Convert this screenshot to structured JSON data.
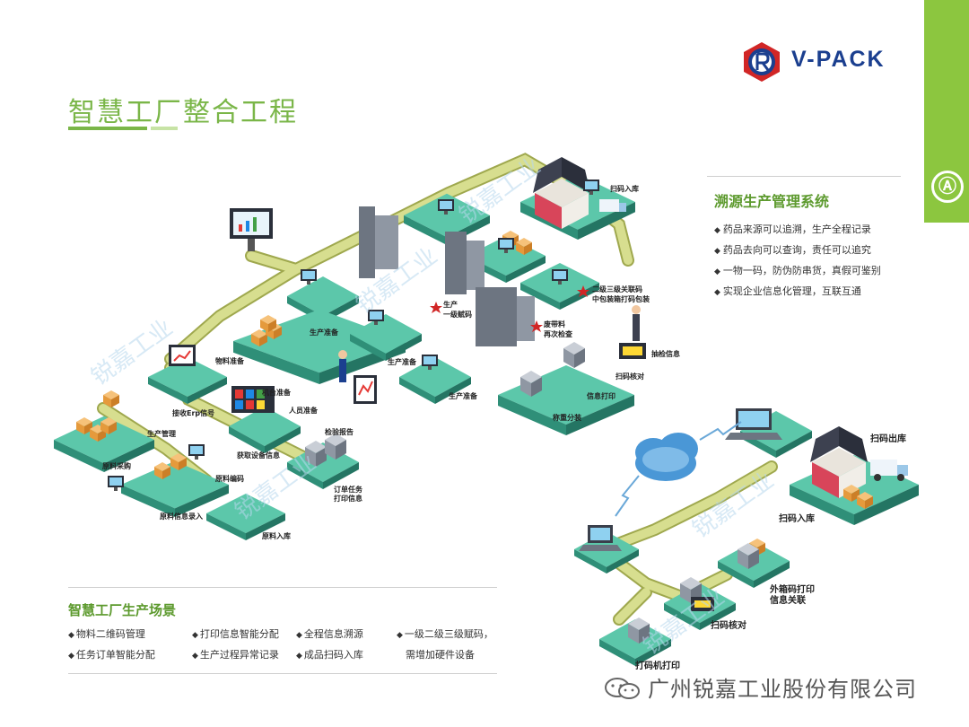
{
  "brand": {
    "name": "V-PACK",
    "side_tab": "Ⓐ"
  },
  "title": "智慧工厂整合工程",
  "watermark": "锐嘉工业",
  "trace_system": {
    "title": "溯源生产管理系统",
    "items": [
      "药品来源可以追溯，生产全程记录",
      "药品去向可以查询，责任可以追究",
      "一物一码，防伪防串货，真假可鉴别",
      "实现企业信息化管理，互联互通"
    ]
  },
  "scene": {
    "title": "智慧工厂生产场景",
    "items": [
      "物料二维码管理",
      "打印信息智能分配",
      "全程信息溯源",
      "一级二级三级赋码，",
      "任务订单智能分配",
      "生产过程异常记录",
      "成品扫码入库",
      "需增加硬件设备"
    ]
  },
  "diagram_labels": {
    "scan_in_top": "扫码入库",
    "level23": "二级三级关联码",
    "inner_pack": "中包装箱打码包装",
    "production": "生产",
    "level1": "一级赋码",
    "reject": "废带料",
    "recheck": "再次检查",
    "sampling": "抽检信息",
    "scan_check_mid": "扫码核对",
    "info_print": "信息打印",
    "weigh_pack": "称重分装",
    "prep1": "生产准备",
    "prep2": "生产准备",
    "prep3": "生产准备",
    "material_prep": "物料准备",
    "machine_prep": "机台准备",
    "staff_prep": "人员准备",
    "erp": "接收Erp信号",
    "prod_mgmt": "生产管理",
    "device_info": "获取设备信息",
    "inspection": "检验报告",
    "purchase": "原料采购",
    "material_code": "原料编码",
    "order_task": "订单任务",
    "print_info": "打印信息",
    "material_entry": "原料信息录入",
    "material_in": "原料入库",
    "scan_out": "扫码出库",
    "scan_in_right": "扫码入库",
    "outer_box": "外箱码打印",
    "info_link": "信息关联",
    "scan_check_low": "扫码核对",
    "printer_print": "打码机打印"
  },
  "company": "广州锐嘉工业股份有限公司",
  "colors": {
    "accent": "#7ab648",
    "brand_blue": "#1b3f8f",
    "brand_red": "#d12626",
    "platform": "#3fb99a",
    "conveyor": "#c8d27a"
  }
}
